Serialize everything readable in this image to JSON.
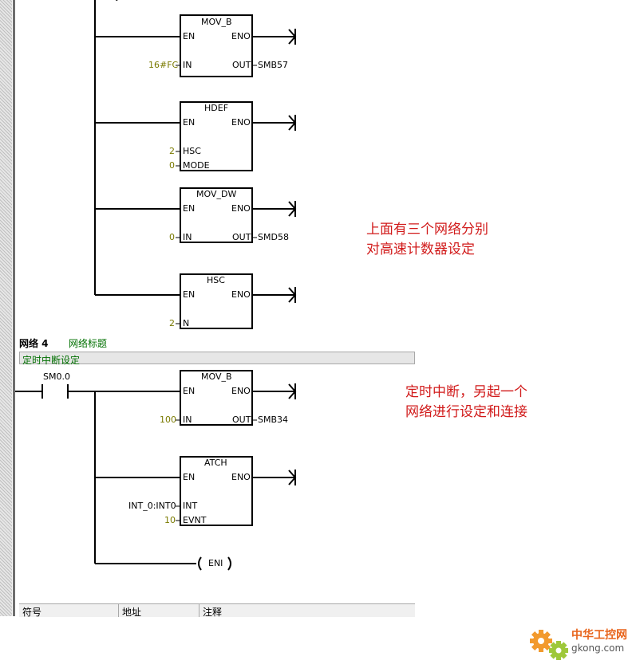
{
  "blocks": [
    {
      "name": "MOV_B",
      "en": "EN",
      "eno": "ENO",
      "in1": "IN",
      "out1": "OUT",
      "in1_val": "16#FC",
      "out1_val": "SMB57"
    },
    {
      "name": "HDEF",
      "en": "EN",
      "eno": "ENO",
      "in1": "HSC",
      "in2": "MODE",
      "in1_val": "2",
      "in2_val": "0"
    },
    {
      "name": "MOV_DW",
      "en": "EN",
      "eno": "ENO",
      "in1": "IN",
      "out1": "OUT",
      "in1_val": "0",
      "out1_val": "SMD58"
    },
    {
      "name": "HSC",
      "en": "EN",
      "eno": "ENO",
      "in1": "N",
      "in1_val": "2"
    },
    {
      "name": "MOV_B",
      "en": "EN",
      "eno": "ENO",
      "in1": "IN",
      "out1": "OUT",
      "in1_val": "100",
      "out1_val": "SMB34"
    },
    {
      "name": "ATCH",
      "en": "EN",
      "eno": "ENO",
      "in1": "INT",
      "in2": "EVNT",
      "in1_val": "INT_0:INT0",
      "in2_val": "10"
    }
  ],
  "network4": {
    "label": "网络 4",
    "title": "网络标题",
    "comment": "定时中断设定"
  },
  "contact": {
    "address": "SM0.0"
  },
  "coil": {
    "label": "ENI"
  },
  "symbol_table": {
    "col1": "符号",
    "col2": "地址",
    "col3": "注释"
  },
  "notes": {
    "note1_line1": "上面有三个网络分别",
    "note1_line2": "对高速计数器设定",
    "note2_line1": "定时中断，另起一个",
    "note2_line2": "网络进行设定和连接"
  },
  "watermark": {
    "cn": "中华工控网",
    "en": "gkong.com"
  },
  "colors": {
    "wire": "#000000",
    "param": "#7a7a00",
    "network_title": "#007000",
    "note": "#d11a1a"
  }
}
